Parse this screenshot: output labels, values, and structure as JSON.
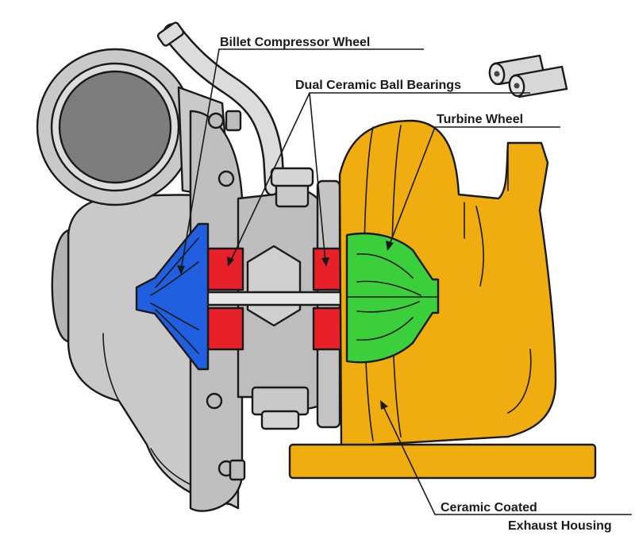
{
  "labels": {
    "compressor_wheel": "Billet Compressor Wheel",
    "ball_bearings": "Dual Ceramic Ball Bearings",
    "turbine_wheel": "Turbine Wheel",
    "exhaust_housing_line1": "Ceramic Coated",
    "exhaust_housing_line2": "Exhaust Housing"
  },
  "colors": {
    "compressor_wheel": "#1f5fe0",
    "bearings": "#e8202a",
    "turbine_wheel": "#3ccf3c",
    "exhaust_housing": "#f0ad10",
    "compressor_housing": "#c9c9c9",
    "compressor_housing_shade": "#b3b3b3",
    "center_section": "#bdbdbd",
    "bearing_cartridge": "#dadada",
    "outline": "#1a1a1a"
  }
}
